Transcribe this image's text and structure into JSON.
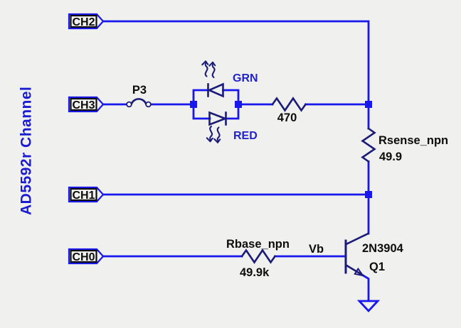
{
  "title": "AD5592r Channel",
  "colors": {
    "background": "#f0f0ee",
    "wire_blue": "#1717ee",
    "component_navy": "#1b1b78",
    "text_black": "#0d0d0d",
    "text_blue": "#2222cc",
    "title_blue": "#1b1bd2"
  },
  "ports": [
    {
      "label": "CH2"
    },
    {
      "label": "CH3"
    },
    {
      "label": "CH1"
    },
    {
      "label": "CH0"
    }
  ],
  "components": {
    "jumper": {
      "ref": "P3"
    },
    "led_green": {
      "label": "GRN"
    },
    "led_red": {
      "label": "RED"
    },
    "r_led": {
      "value": "470"
    },
    "r_sense": {
      "name": "Rsense_npn",
      "value": "49.9"
    },
    "r_base": {
      "name": "Rbase_npn",
      "value": "49.9k"
    },
    "transistor": {
      "part": "2N3904",
      "ref": "Q1"
    },
    "net_label": {
      "text": "Vb"
    }
  }
}
